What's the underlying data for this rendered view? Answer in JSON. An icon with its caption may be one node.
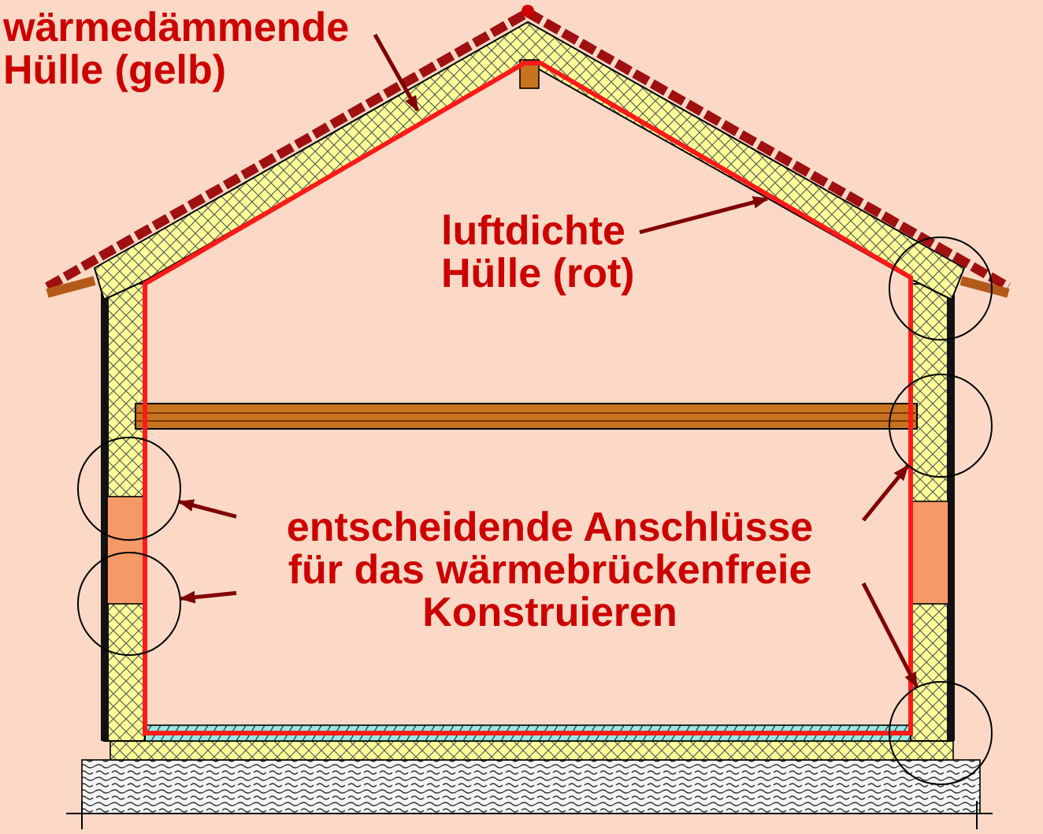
{
  "diagram": {
    "nodes": [
      {
        "text": [
          "wärmedämmende Hülle (gelb)"
        ]
      },
      {
        "text": [
          "luftdichte Hülle (rot)"
        ]
      },
      {
        "text": [
          "entscheidende Anschlüsse für das wärmebrückenfreie Konstruieren"
        ]
      },
      {
        "text": [],
        "shape": "circle"
      },
      {
        "text": [],
        "shape": "circle"
      },
      {
        "text": [],
        "shape": "circle"
      },
      {
        "text": [],
        "shape": "circle"
      },
      {
        "text": [],
        "shape": "circle"
      }
    ],
    "edges": [
      {
        "from": 0,
        "to": null,
        "arrow": "to"
      },
      {
        "from": 1,
        "to": null,
        "arrow": "to"
      },
      {
        "from": 2,
        "to": 3,
        "arrow": "to"
      },
      {
        "from": 2,
        "to": 4,
        "arrow": "to"
      },
      {
        "from": 2,
        "to": 6,
        "arrow": "to"
      },
      {
        "from": 2,
        "to": 7,
        "arrow": "to"
      }
    ]
  }
}
